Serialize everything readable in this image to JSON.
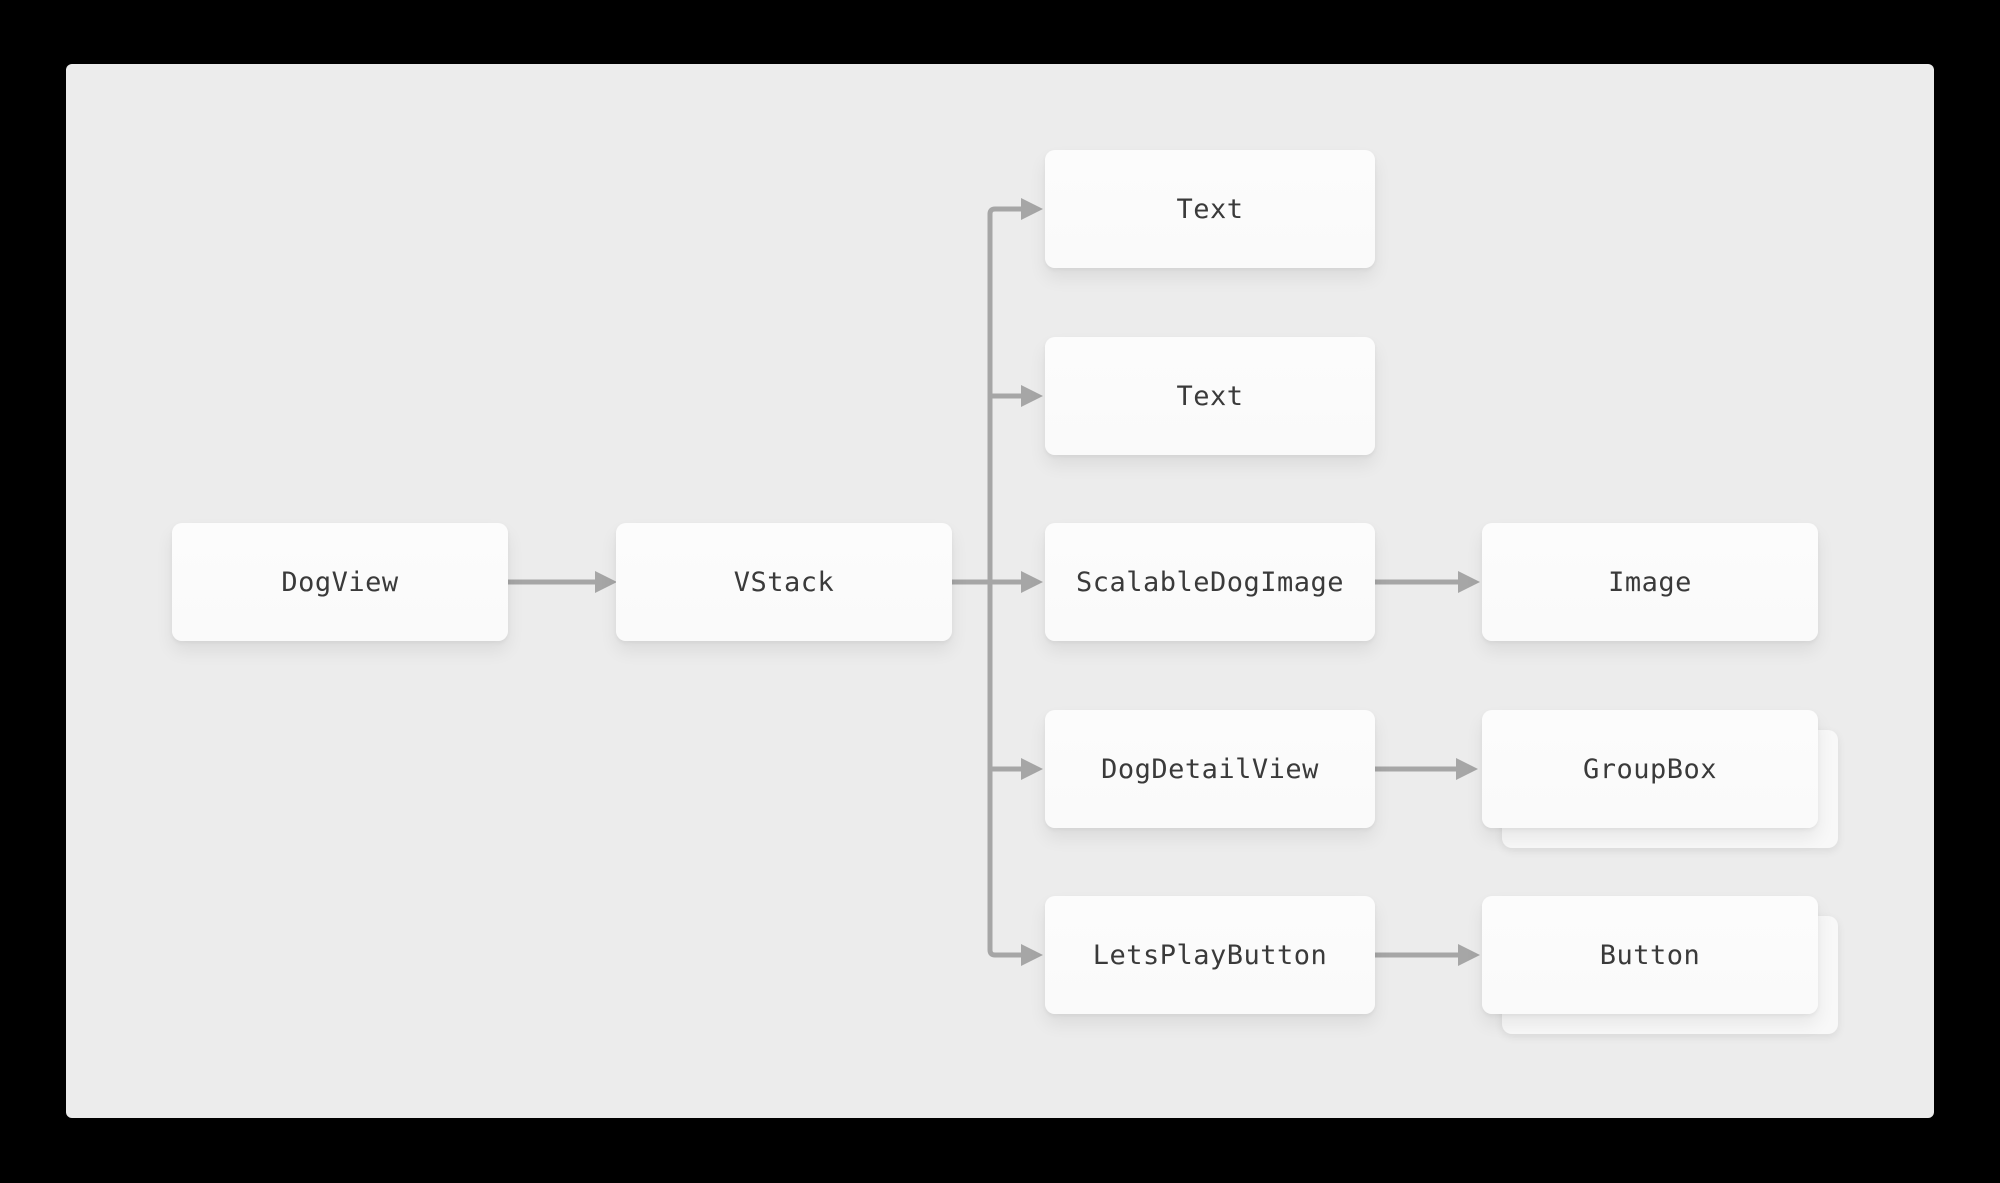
{
  "diagram": {
    "nodes": {
      "dogview": {
        "label": "DogView"
      },
      "vstack": {
        "label": "VStack"
      },
      "text1": {
        "label": "Text"
      },
      "text2": {
        "label": "Text"
      },
      "scalabledogimage": {
        "label": "ScalableDogImage"
      },
      "dogdetailview": {
        "label": "DogDetailView"
      },
      "letsplaybutton": {
        "label": "LetsPlayButton"
      },
      "image": {
        "label": "Image"
      },
      "groupbox": {
        "label": "GroupBox",
        "stacked": true
      },
      "button": {
        "label": "Button",
        "stacked": true
      }
    },
    "edges": [
      {
        "from": "DogView",
        "to": "VStack"
      },
      {
        "from": "VStack",
        "to": "Text"
      },
      {
        "from": "VStack",
        "to": "Text"
      },
      {
        "from": "VStack",
        "to": "ScalableDogImage"
      },
      {
        "from": "VStack",
        "to": "DogDetailView"
      },
      {
        "from": "VStack",
        "to": "LetsPlayButton"
      },
      {
        "from": "ScalableDogImage",
        "to": "Image"
      },
      {
        "from": "DogDetailView",
        "to": "GroupBox"
      },
      {
        "from": "LetsPlayButton",
        "to": "Button"
      }
    ],
    "colors": {
      "canvas_bg": "#000000",
      "panel_bg": "#ececec",
      "card_bg": "#fbfbfb",
      "arrow": "#a6a6a6",
      "text": "#3a3a3a"
    }
  }
}
